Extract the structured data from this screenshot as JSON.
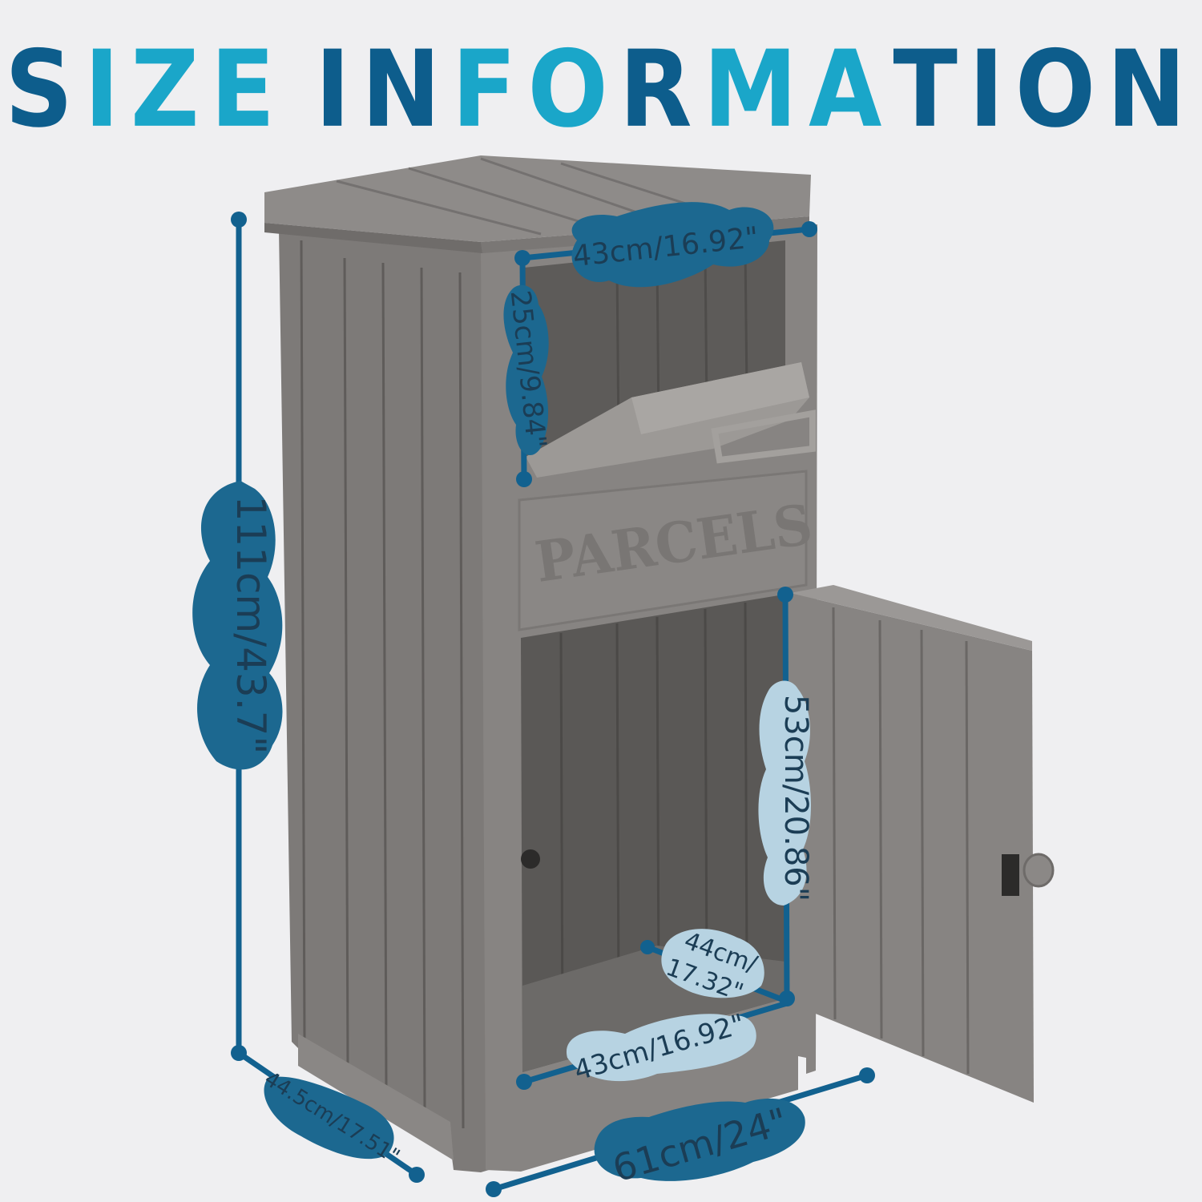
{
  "title": {
    "letters": [
      {
        "char": "S",
        "color": "#0d5d8c"
      },
      {
        "char": "I",
        "color": "#1aa6c9"
      },
      {
        "char": "Z",
        "color": "#1aa6c9"
      },
      {
        "char": "E",
        "color": "#1aa6c9"
      },
      {
        "char": " ",
        "color": "#0d5d8c"
      },
      {
        "char": "I",
        "color": "#0d5d8c"
      },
      {
        "char": "N",
        "color": "#0d5d8c"
      },
      {
        "char": "F",
        "color": "#1aa6c9"
      },
      {
        "char": "O",
        "color": "#1aa6c9"
      },
      {
        "char": "R",
        "color": "#0d5d8c"
      },
      {
        "char": "M",
        "color": "#1aa6c9"
      },
      {
        "char": "A",
        "color": "#1aa6c9"
      },
      {
        "char": "T",
        "color": "#0d5d8c"
      },
      {
        "char": "I",
        "color": "#0d5d8c"
      },
      {
        "char": "O",
        "color": "#0d5d8c"
      },
      {
        "char": "N",
        "color": "#0d5d8c"
      }
    ]
  },
  "product": {
    "label": "PARCELS"
  },
  "dimensions": {
    "height_total": "111cm/43.7\"",
    "top_opening_width": "43cm/16.92\"",
    "top_opening_height": "25cm/9.84\"",
    "lower_opening_height": "53cm/20.86\"",
    "inner_depth_line1": "44cm/",
    "inner_depth_line2": "17.32\"",
    "inner_width_bottom": "43cm/16.92\"",
    "outer_width": "61cm/24\"",
    "outer_depth": "44.5cm/17.51\""
  },
  "colors": {
    "dim_line": "#12618f",
    "badge_fill": "#1c6890",
    "badge_light": "#b7d3e2",
    "body_gray": "#7b7876",
    "panel_dark": "#6a6765",
    "inner_dark": "#5c5a58",
    "light_gray": "#9d9a98"
  }
}
